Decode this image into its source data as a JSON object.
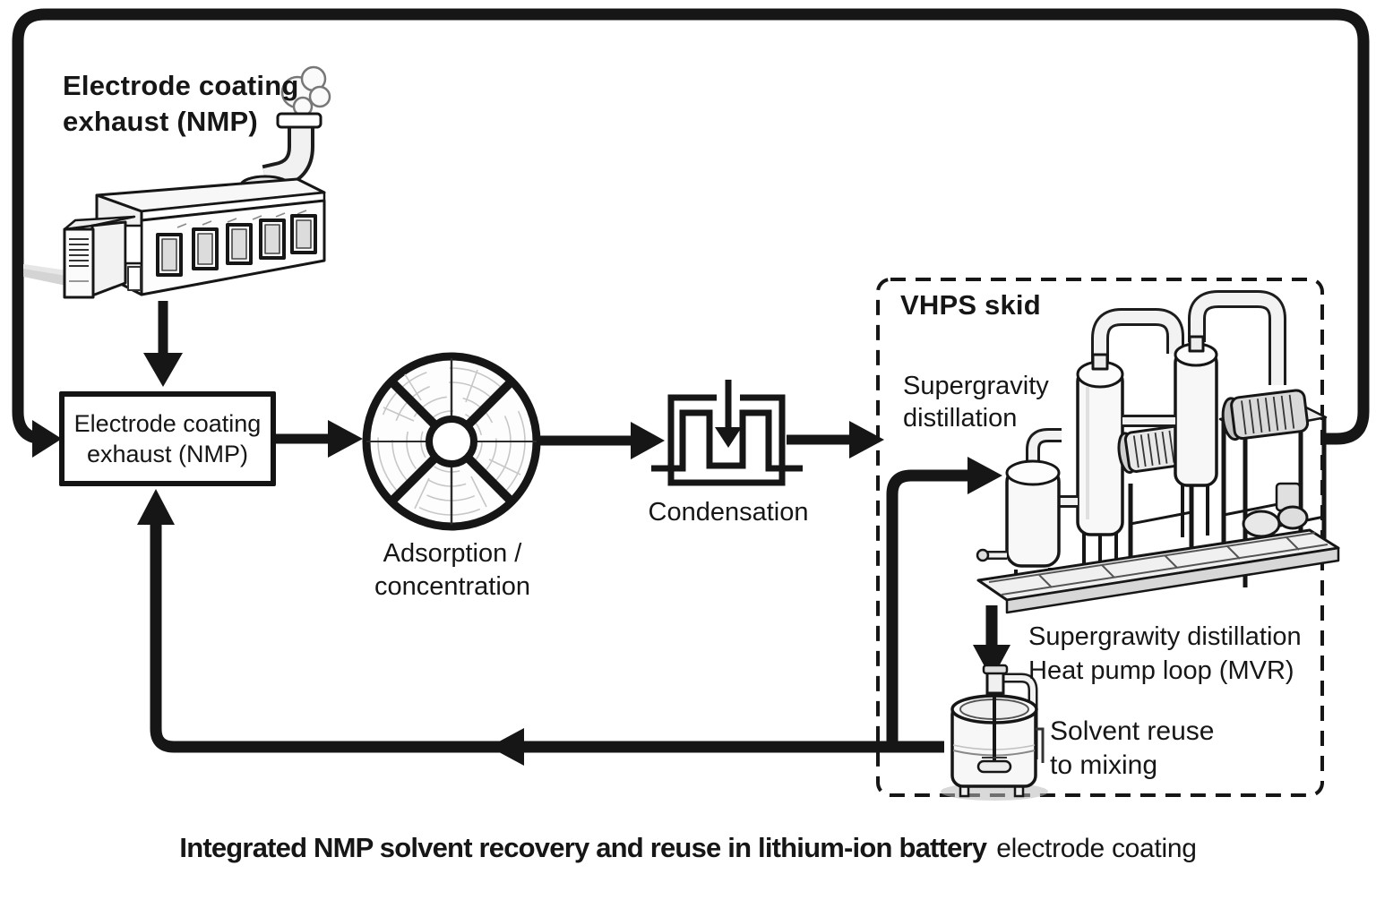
{
  "colors": {
    "ink": "#161616",
    "paper": "#ffffff",
    "faint_line": "#c7c7c7",
    "fill_light": "#f5f5f5",
    "fill_mid": "#e3e3e3",
    "fill_dark": "#cdcdcd"
  },
  "labels": {
    "title": {
      "line1": "Electrode coating",
      "line2": "exhaust (NMP)"
    },
    "source_box": {
      "line1": "Electrode coating",
      "line2": "exhaust (NMP)"
    },
    "adsorption": {
      "line1": "Adsorption /",
      "line2": "concentration"
    },
    "condensation": "Condensation",
    "vhps_title": "VHPS skid",
    "supergravity": {
      "line1": "Supergravity",
      "line2": "distillation"
    },
    "heat_pump": {
      "line1": "Supergrawity distillation",
      "line2": "Heat pump loop (MVR)"
    },
    "solvent_reuse": {
      "line1": "Solvent reuse",
      "line2": "to mixing"
    },
    "caption": {
      "main": "Integrated NMP solvent recovery and reuse in lithium-ion battery",
      "tail": "electrode coating"
    }
  },
  "icons": {
    "factory": "coating-oven-factory-illustration",
    "smoke": "exhaust-smoke-icon",
    "wheel": "rotary-adsorption-wheel-icon",
    "condenser": "condenser-coil-icon",
    "skid": "vhps-skid-equipment-illustration",
    "tank": "solvent-mixing-tank-icon",
    "loop": "recycle-loop-line",
    "arrows": "process-flow-arrows"
  }
}
